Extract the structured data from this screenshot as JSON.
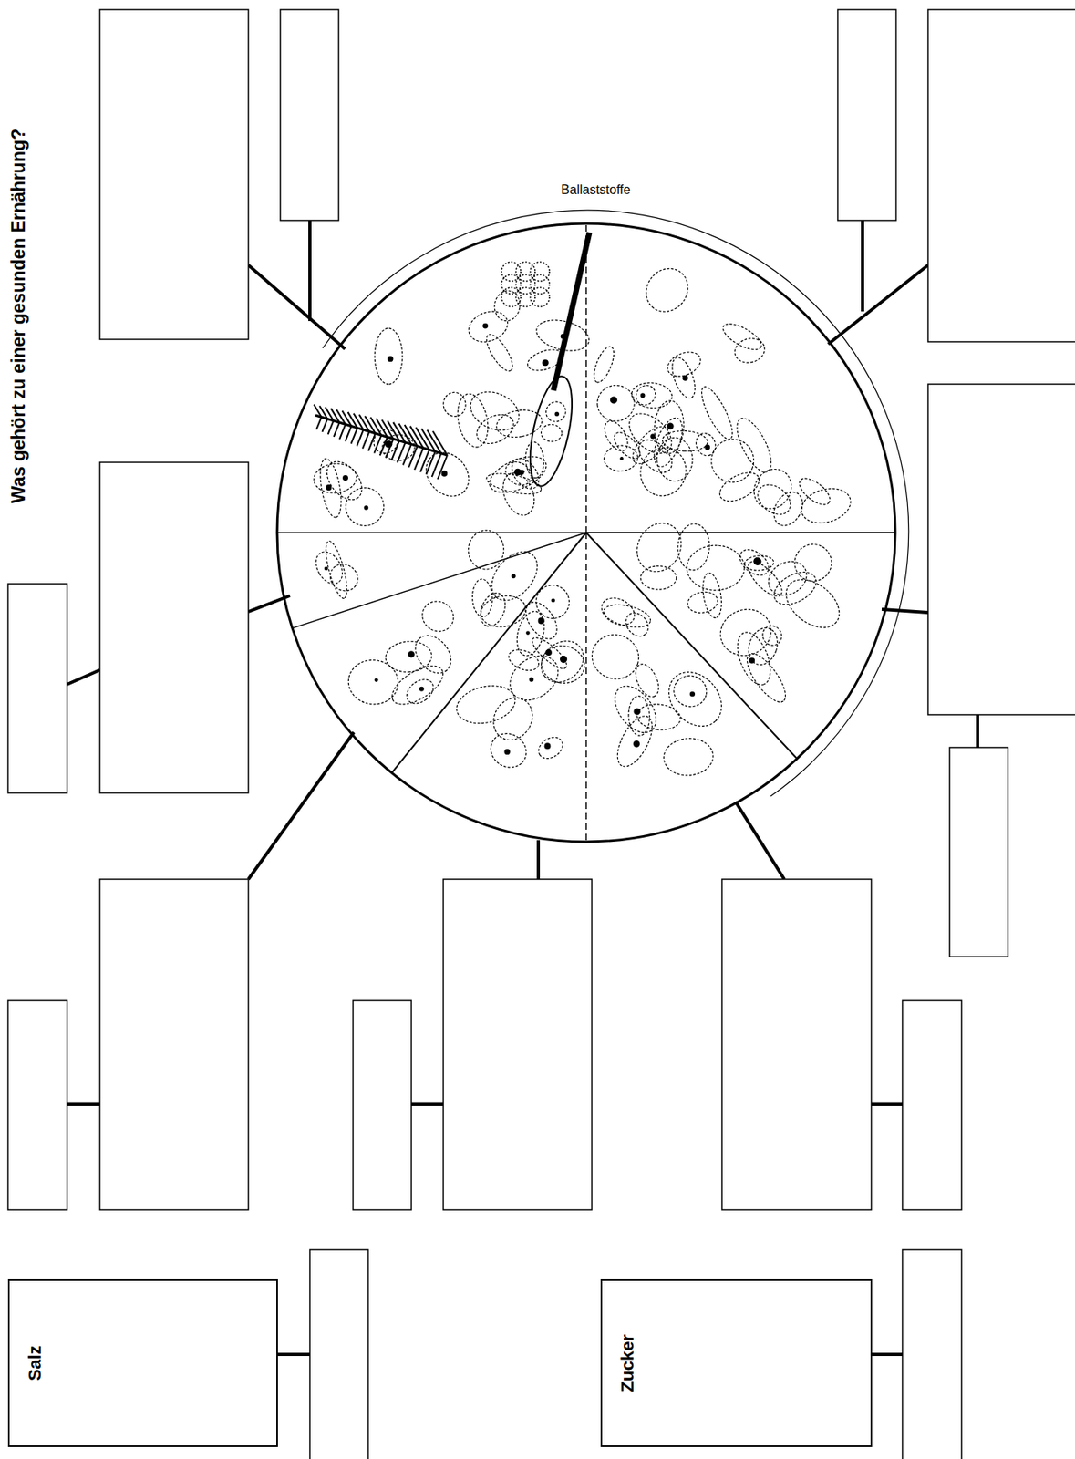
{
  "diagram": {
    "title": "Was gehört zu einer gesunden Ernährung?",
    "nodes": [
      {
        "text": [
          "Salz"
        ]
      },
      {
        "text": [
          "Zucker"
        ]
      }
    ],
    "labels": [
      "Ballaststoffe"
    ]
  }
}
